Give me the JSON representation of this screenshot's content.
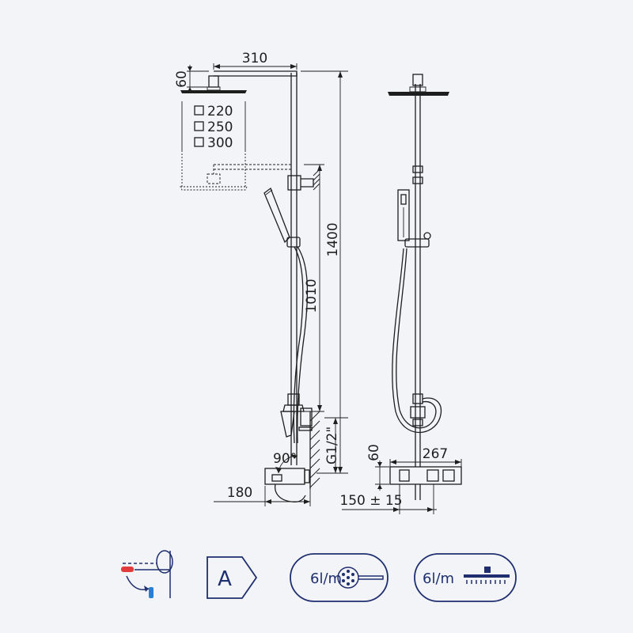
{
  "dimensions": {
    "arm_length": "310",
    "head_offset": "60",
    "head_size_1": "220",
    "head_size_2": "250",
    "head_size_3": "300",
    "total_height": "1400",
    "adjust_height": "1010",
    "inlet_thread": "G1/2\"",
    "outlet_angle": "90°",
    "mixer_depth": "180",
    "mixer_height": "60",
    "mixer_width": "267",
    "center_distance": "150 ± 15"
  },
  "badges": {
    "energy_class": "A",
    "flow_hand": "6l/m",
    "flow_head": "6l/m"
  },
  "colors": {
    "line": "#1e1e1e",
    "badge_stroke": "#1f2e6e",
    "hot": "#e23b3b",
    "cold": "#2a7fd4",
    "background": "#f2f4f8"
  }
}
